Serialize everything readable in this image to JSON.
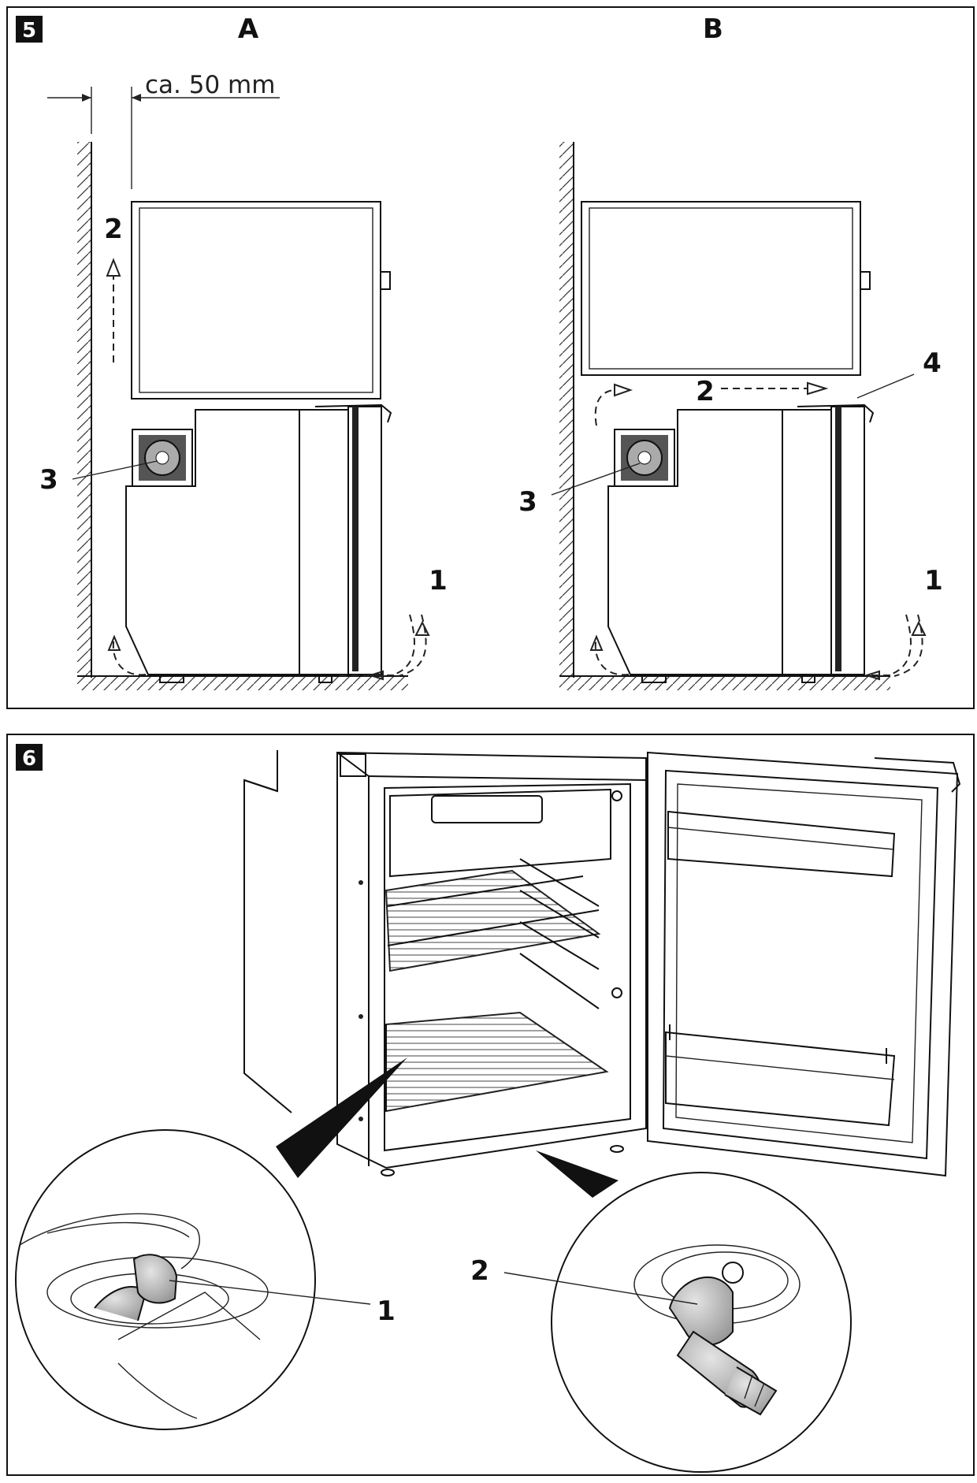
{
  "figure5": {
    "badge": "5",
    "panel_a": {
      "title": "A",
      "dimension_text": "ca. 50 mm",
      "callouts": [
        "1",
        "2",
        "3"
      ]
    },
    "panel_b": {
      "title": "B",
      "callouts": [
        "1",
        "2",
        "3",
        "4"
      ]
    }
  },
  "figure6": {
    "badge": "6",
    "callouts": [
      "1",
      "2"
    ]
  },
  "colors": {
    "ink": "#111111",
    "badge_bg": "#111111",
    "badge_text": "#ffffff",
    "part_fill": "#c8c8c8"
  }
}
